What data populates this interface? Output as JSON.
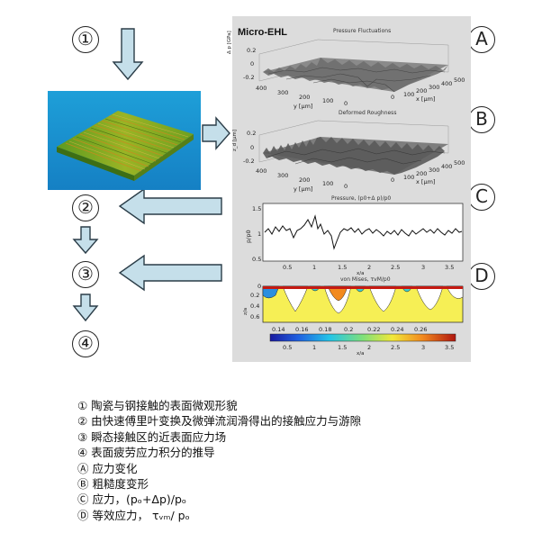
{
  "markers": {
    "m1": "①",
    "m2": "②",
    "m3": "③",
    "m4": "④",
    "mA": "A",
    "mB": "B",
    "mC": "C",
    "mD": "D"
  },
  "panel": {
    "title": "Micro-EHL",
    "a_title": "Pressure Fluctuations",
    "a_zlabel": "Δ p [GPa]",
    "a_zticks": [
      "0.2",
      "0",
      "-0.2"
    ],
    "a_yticks": [
      "400",
      "300",
      "200",
      "100",
      "0"
    ],
    "a_ylabel": "y [μm]",
    "a_xticks": [
      "0",
      "100",
      "200",
      "300",
      "400",
      "500"
    ],
    "a_xlabel": "x [μm]",
    "b_title": "Deformed Roughness",
    "b_zlabel": "z_d [μm]",
    "b_zticks": [
      "0.2",
      "0",
      "-0.2"
    ],
    "b_yticks": [
      "400",
      "300",
      "200",
      "100",
      "0"
    ],
    "b_ylabel": "y [μm]",
    "b_xticks": [
      "0",
      "100",
      "200",
      "300",
      "400",
      "500"
    ],
    "b_xlabel": "x [μm]",
    "c_title": "Pressure, (p0+Δ p)/p0",
    "c_ylabel": "p/p0",
    "c_yticks": [
      "1.5",
      "1",
      "0.5"
    ],
    "c_xticks": [
      "0.5",
      "1",
      "1.5",
      "2",
      "2.5",
      "3",
      "3.5"
    ],
    "c_xlabel": "x/a",
    "d_title": "von Mises, τvM/p0",
    "d_ylabel": "z/a",
    "d_yticks": [
      "0",
      "0.2",
      "0.4",
      "0.6"
    ],
    "d_cbar_ticks": [
      "0.14",
      "0.16",
      "0.18",
      "0.2",
      "0.22",
      "0.24",
      "0.26"
    ],
    "d_xticks": [
      "0.5",
      "1",
      "1.5",
      "2",
      "2.5",
      "3",
      "3.5"
    ],
    "d_xlabel": "x/a"
  },
  "legend": [
    "① 陶瓷与钢接触的表面微观形貌",
    "② 由快速傅里叶变换及微弹流润滑得出的接触应力与游隙",
    "③ 瞬态接触区的近表面应力场",
    "④ 表面疲劳应力积分的推导",
    "Ⓐ  应力变化",
    "Ⓑ 粗糙度变形",
    "Ⓒ 应力，(pₒ+Δp)/pₒ",
    "Ⓓ 等效应力， τᵥₘ/ pₒ"
  ],
  "colors": {
    "arrow_fill": "#c5dfea",
    "arrow_stroke": "#2b3d48",
    "panel_bg": "#dcdcdc"
  }
}
